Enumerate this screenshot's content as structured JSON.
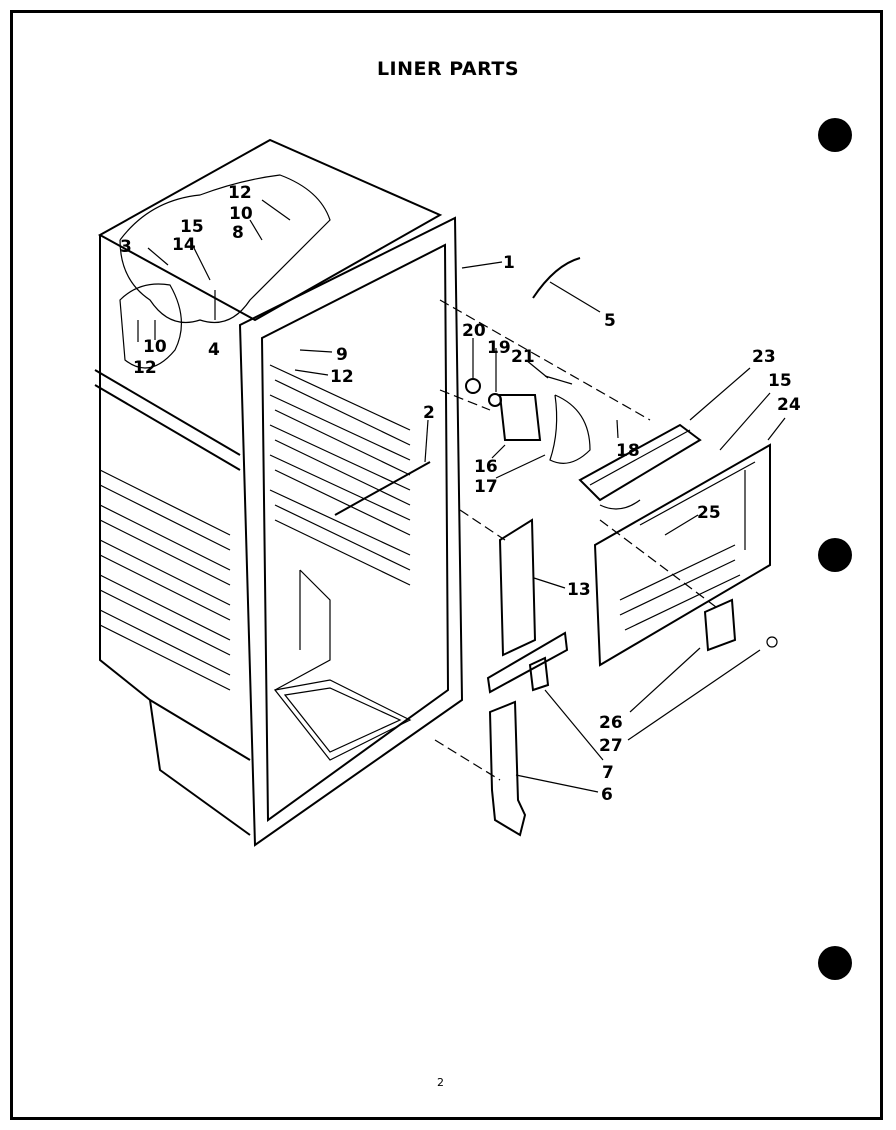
{
  "title": "LINER PARTS",
  "page_number": "2",
  "callouts": {
    "c1": "1",
    "c2": "2",
    "c3": "3",
    "c4": "4",
    "c5": "5",
    "c6": "6",
    "c7": "7",
    "c8": "8",
    "c9": "9",
    "c10a": "10",
    "c10b": "10",
    "c12a": "12",
    "c12b": "12",
    "c12c": "12",
    "c13": "13",
    "c14": "14",
    "c15a": "15",
    "c15b": "15",
    "c16": "16",
    "c17": "17",
    "c18": "18",
    "c19": "19",
    "c20": "20",
    "c21": "21",
    "c23": "23",
    "c24": "24",
    "c25": "25",
    "c26": "26",
    "c27": "27"
  }
}
